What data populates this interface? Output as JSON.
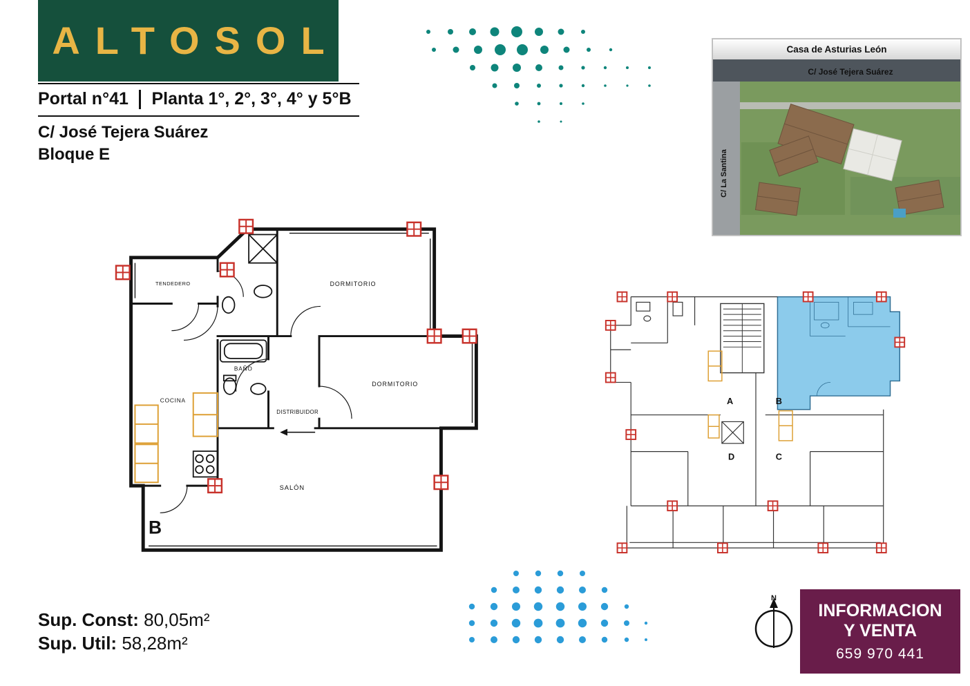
{
  "colors": {
    "brand_green": "#15503c",
    "brand_gold": "#e8b545",
    "teal_dots": "#0e857b",
    "blue_dots": "#2b9cd8",
    "plum": "#691d4a",
    "highlight_blue": "#8ccbeb",
    "window_red": "#c8322b",
    "furniture_orange": "#dd9f33"
  },
  "brand": {
    "logo_text": "ALTOSOL",
    "portal": "Portal n°41",
    "planta": "Planta 1°, 2°, 3°, 4° y 5°B",
    "street": "C/ José Tejera Suárez",
    "block": "Bloque E"
  },
  "aerial": {
    "title": "Casa de Asturias León",
    "street_top": "C/ José Tejera Suárez",
    "street_left": "C/ La Santina"
  },
  "floorplan": {
    "unit_letter": "B",
    "rooms": {
      "tendedero": "TENDEDERO",
      "dormitorio1": "DORMITORIO",
      "dormitorio2": "DORMITORIO",
      "bano": "BAÑO",
      "cocina": "COCINA",
      "distribuidor": "DISTRIBUIDOR",
      "salon": "SALÓN"
    }
  },
  "overview": {
    "units": [
      {
        "label": "A"
      },
      {
        "label": "B"
      },
      {
        "label": "C"
      },
      {
        "label": "D"
      }
    ]
  },
  "areas": {
    "const_label": "Sup. Const:",
    "const_value": "80,05m²",
    "util_label": "Sup. Util:",
    "util_value": "58,28m²"
  },
  "compass": {
    "north_label": "N"
  },
  "contact": {
    "line1": "INFORMACION",
    "line2": "Y VENTA",
    "phone": "659 970 441"
  }
}
